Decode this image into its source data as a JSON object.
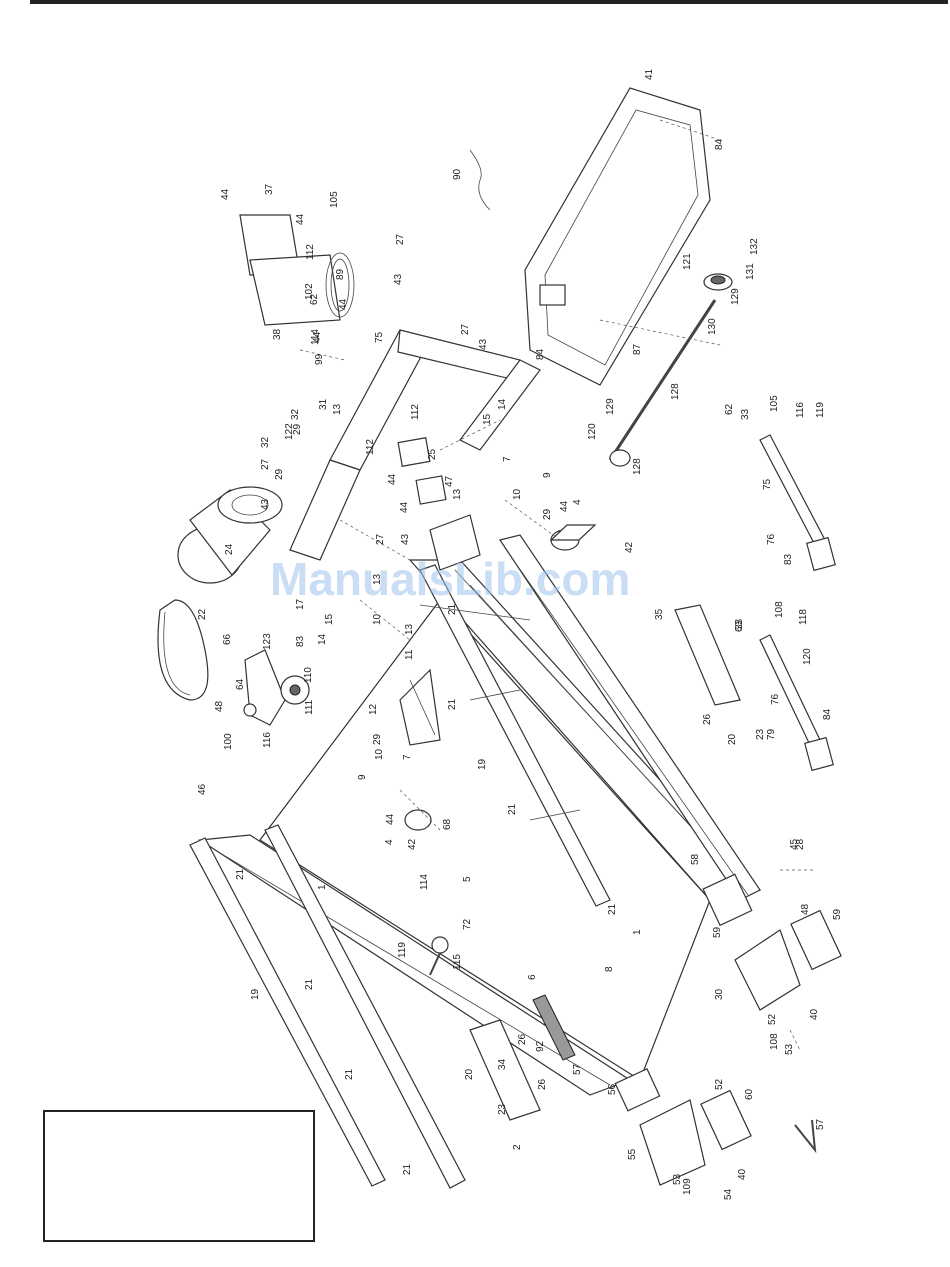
{
  "watermark": "ManualsLib.com",
  "labels": [
    "1",
    "1",
    "2",
    "4",
    "4",
    "5",
    "6",
    "7",
    "7",
    "8",
    "9",
    "9",
    "10",
    "10",
    "10",
    "11",
    "12",
    "13",
    "13",
    "13",
    "13",
    "14",
    "14",
    "15",
    "15",
    "17",
    "19",
    "19",
    "20",
    "20",
    "21",
    "21",
    "21",
    "21",
    "21",
    "21",
    "21",
    "21",
    "22",
    "23",
    "23",
    "24",
    "25",
    "26",
    "26",
    "26",
    "27",
    "27",
    "27",
    "27",
    "28",
    "29",
    "29",
    "29",
    "29",
    "30",
    "31",
    "32",
    "32",
    "33",
    "33",
    "34",
    "35",
    "37",
    "38",
    "40",
    "40",
    "41",
    "42",
    "42",
    "43",
    "43",
    "43",
    "43",
    "44",
    "44",
    "44",
    "44",
    "44",
    "44",
    "44",
    "44",
    "45",
    "46",
    "47",
    "48",
    "48",
    "52",
    "52",
    "53",
    "53",
    "54",
    "55",
    "56",
    "57",
    "57",
    "58",
    "59",
    "59",
    "60",
    "62",
    "62",
    "63",
    "64",
    "66",
    "68",
    "72",
    "75",
    "75",
    "76",
    "76",
    "79",
    "83",
    "83",
    "84",
    "84",
    "84",
    "87",
    "89",
    "90",
    "92",
    "99",
    "100",
    "102",
    "105",
    "105",
    "108",
    "108",
    "109",
    "110",
    "111",
    "112",
    "112",
    "112",
    "114",
    "114",
    "115",
    "116",
    "116",
    "118",
    "119",
    "119",
    "120",
    "120",
    "121",
    "122",
    "123",
    "128",
    "128",
    "129",
    "129",
    "130",
    "131",
    "132"
  ]
}
